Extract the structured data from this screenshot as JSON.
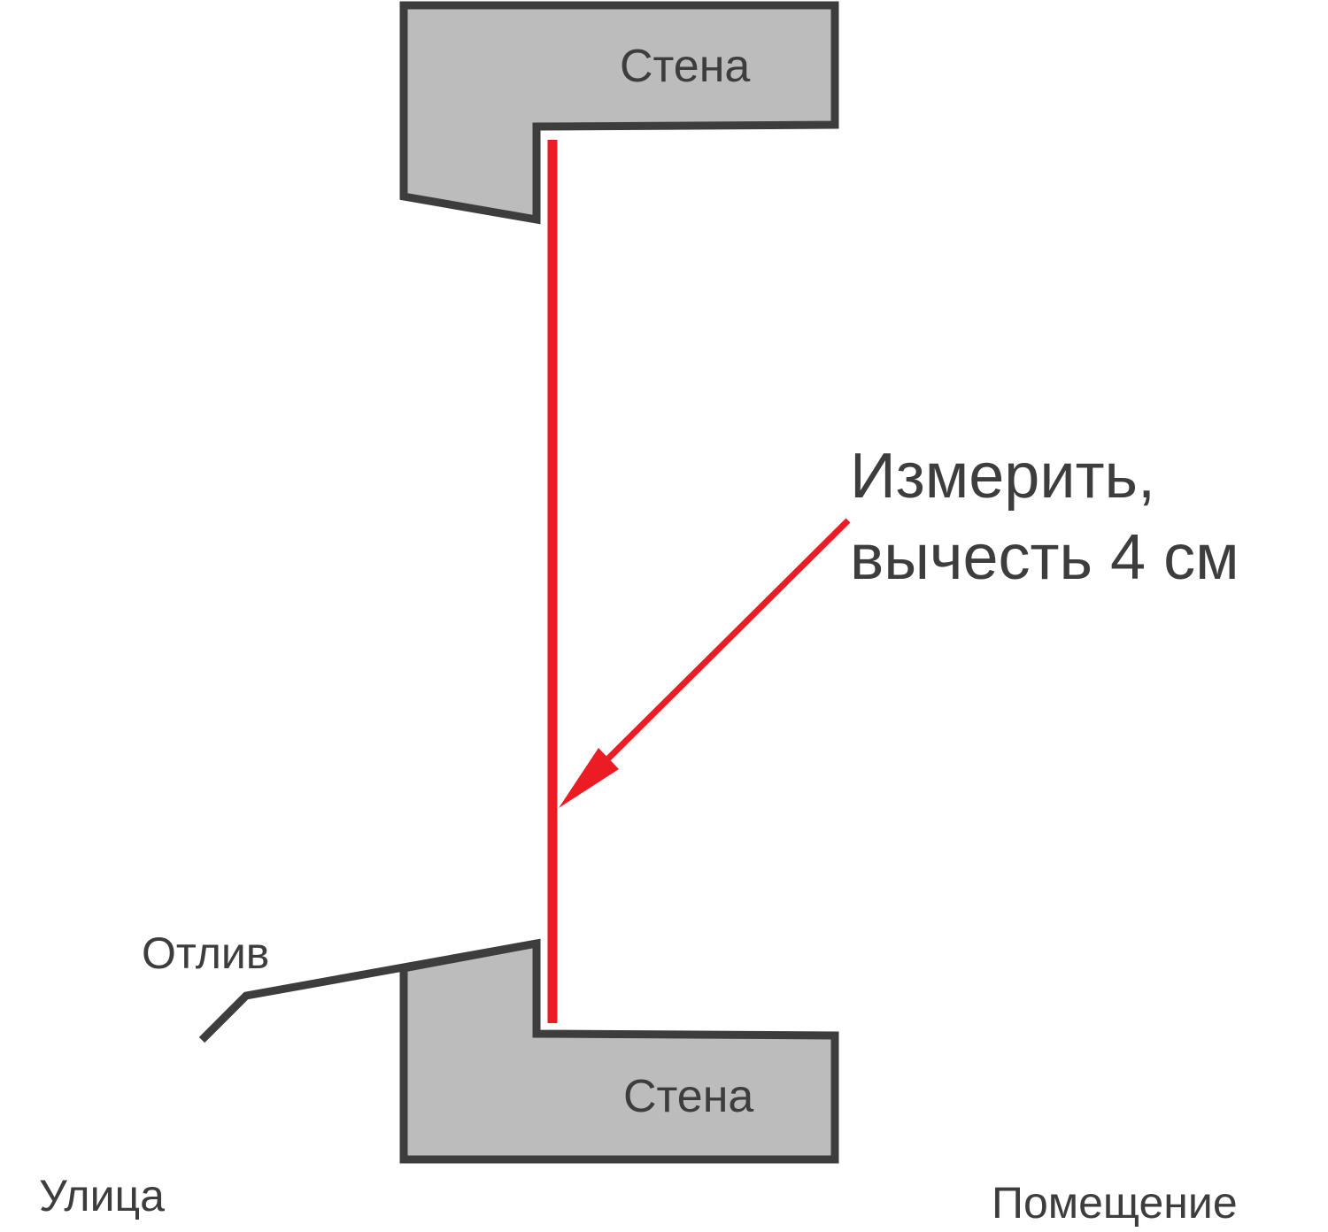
{
  "labels": {
    "wall_top": "Стена",
    "wall_bottom": "Стена",
    "measure_line1": "Измерить,",
    "measure_line2": "вычесть 4 см",
    "sill": "Отлив",
    "street": "Улица",
    "room": "Помещение"
  },
  "colors": {
    "wall_fill": "#bcbcbc",
    "outline": "#3d3d3d",
    "accent": "#ec1c24",
    "text": "#3d3d3d"
  }
}
